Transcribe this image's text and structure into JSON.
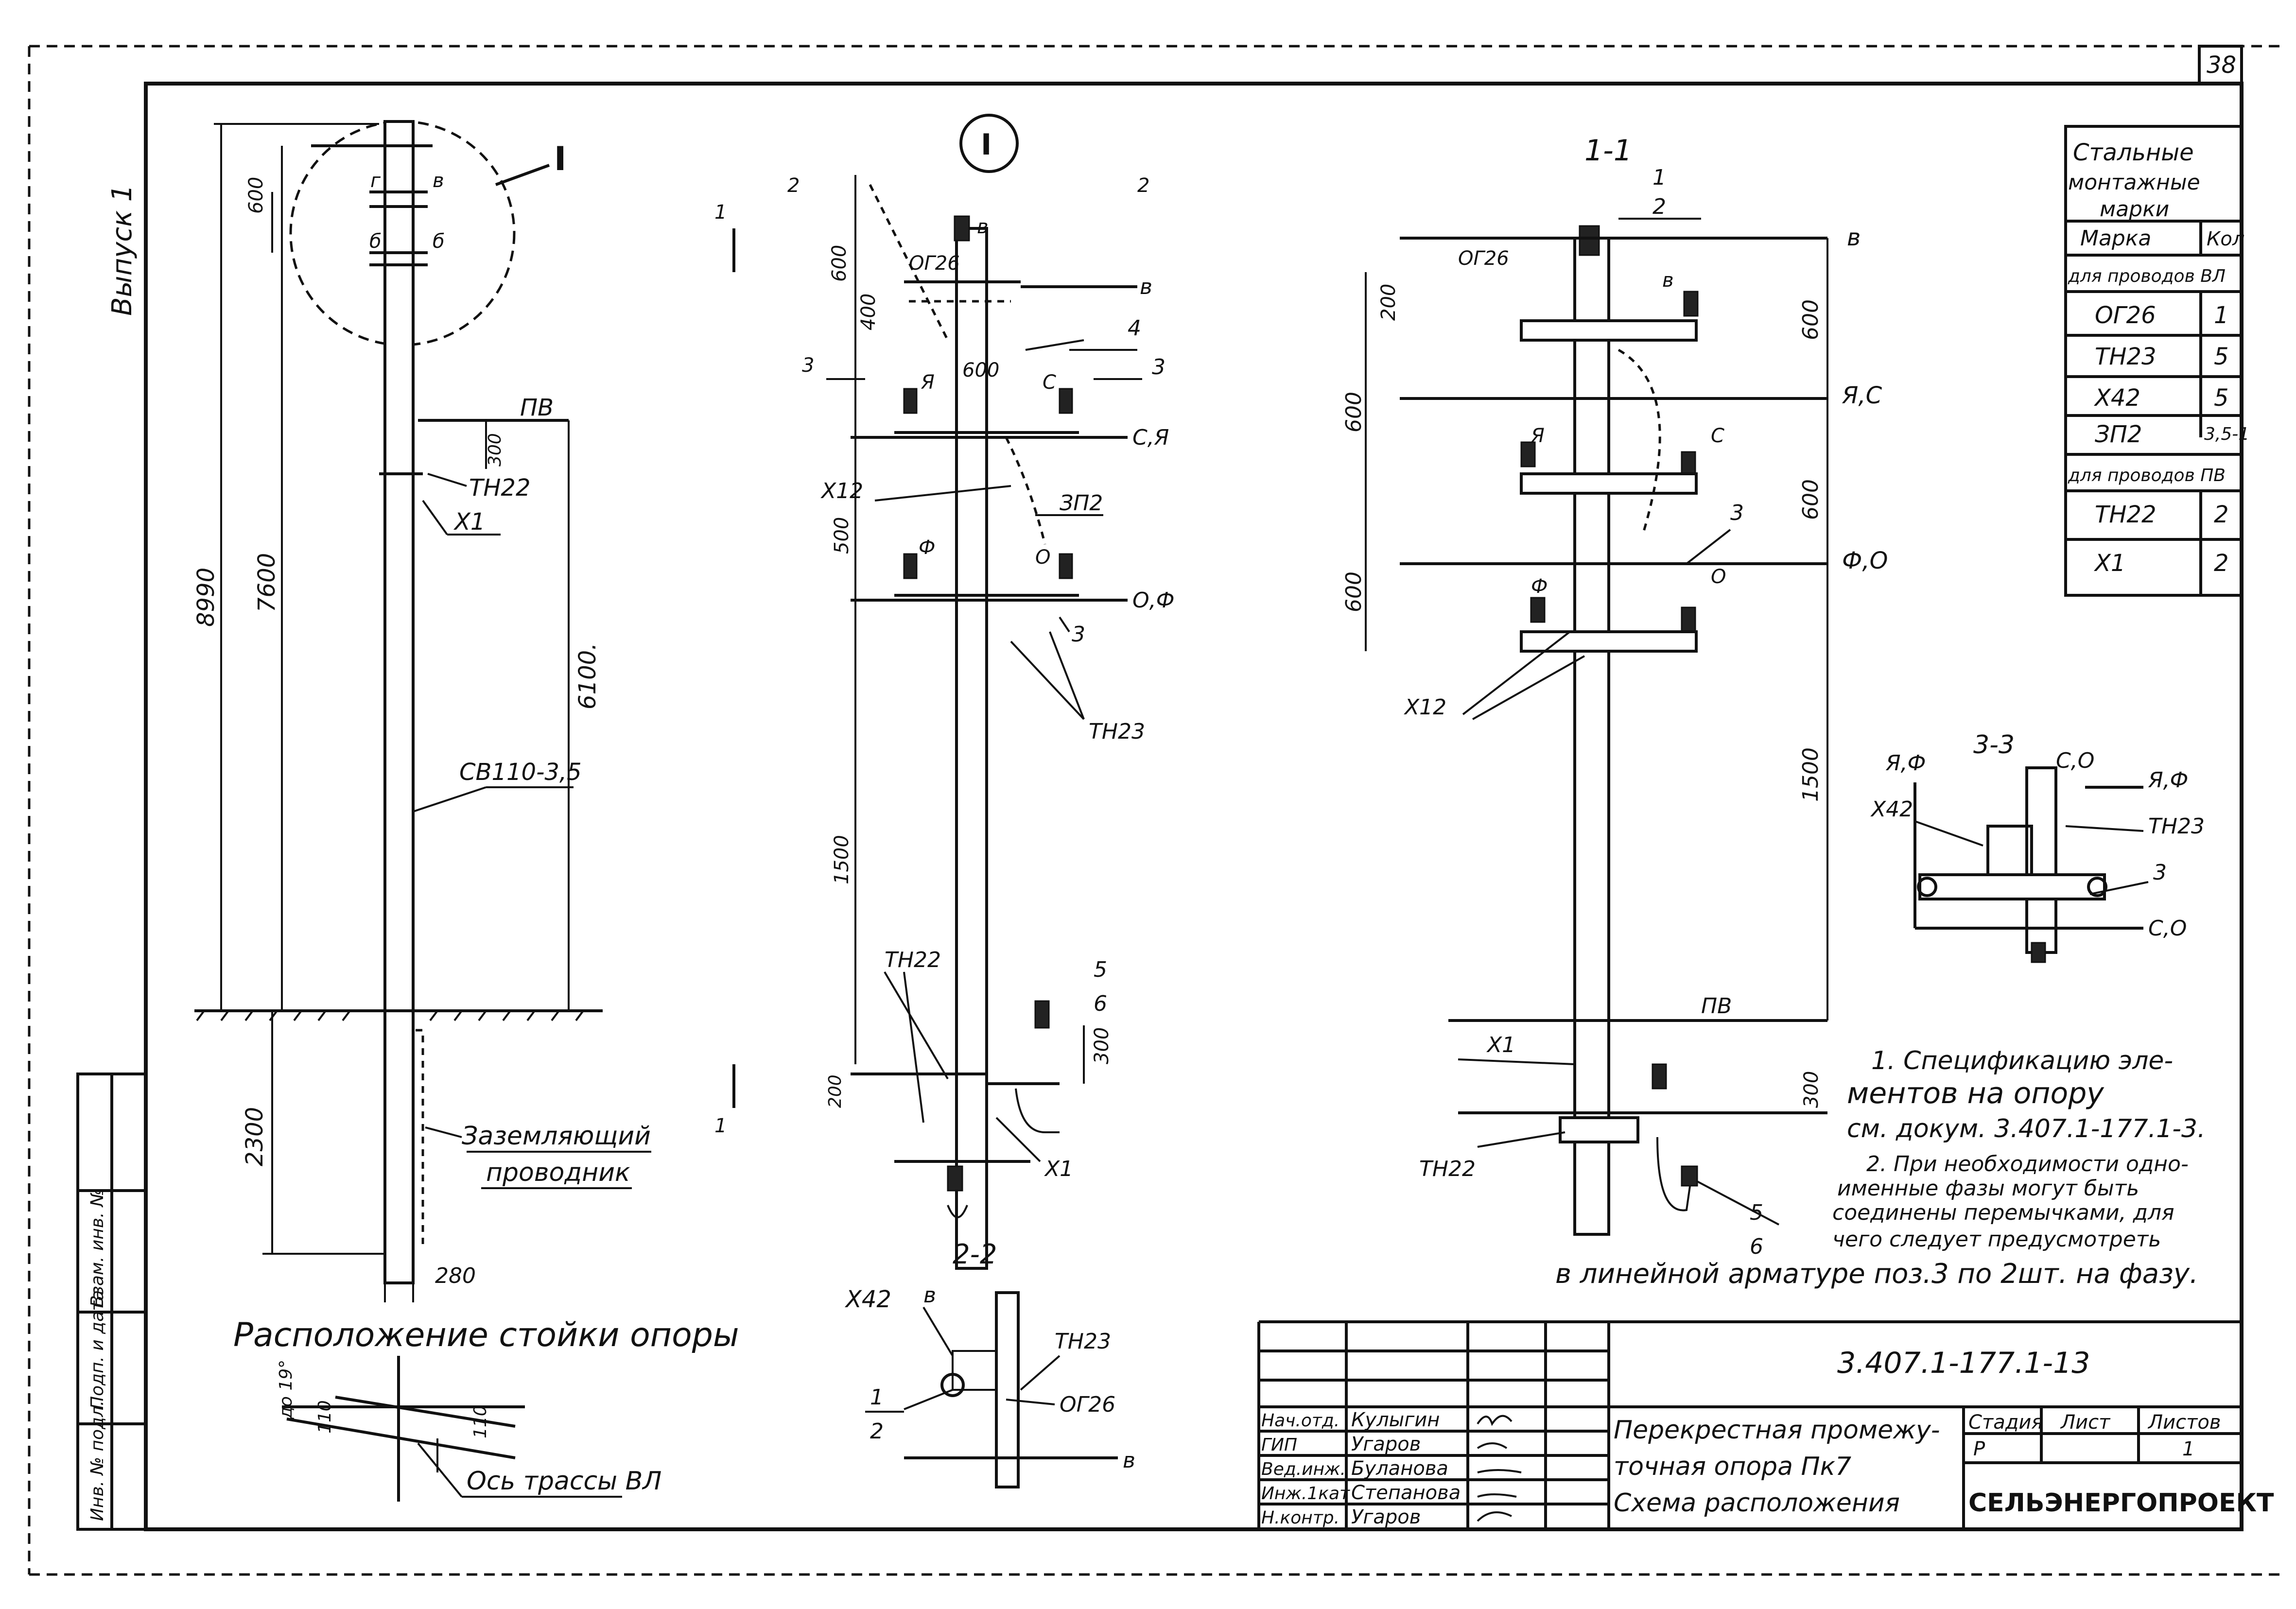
{
  "sheet": {
    "page_number": "38",
    "issue": "Выпуск 1"
  },
  "view_elevation": {
    "callout": "I",
    "dims": {
      "total": "8990",
      "height": "7600",
      "above_ground": "6100.",
      "wire_spacing": "600",
      "pv_offset": "300",
      "embed": "2300",
      "diameter": "280"
    },
    "phase_labels": {
      "left": "г",
      "right": "в",
      "left2": "б",
      "right2": "б"
    },
    "wire_label": "ПВ",
    "labels": {
      "pole": "СВ110-3,5",
      "clamp": "ТН22",
      "bracket": "Х1"
    },
    "ground_conductor": [
      "Заземляющий",
      "проводник"
    ]
  },
  "view_detail_I": {
    "callout": "I",
    "cut_marks": {
      "left": "1",
      "top_left": "2",
      "top_right": "2",
      "bottom": "1",
      "three_left": "3",
      "three_right": "3"
    },
    "dims": {
      "top": "600",
      "second": "400",
      "third": "600",
      "fourth": "500",
      "fifth": "1500",
      "clamp": "200",
      "pv": "300"
    },
    "labels": {
      "og": "ОГ26",
      "b": "в",
      "line_b": "в",
      "num4": "4",
      "a": "Я",
      "c": "С",
      "line_ca": "С,Я",
      "x12": "Х12",
      "zp": "ЗП2",
      "f": "Ф",
      "o": "О",
      "line_of": "О,Ф",
      "num3": "3",
      "tn23": "ТН23",
      "tn22": "ТН22",
      "x1": "Х1",
      "n5": "5",
      "n6": "6"
    }
  },
  "view_section_11": {
    "title": "1-1",
    "dims": {
      "top": "200",
      "upper": "600",
      "lower": "600",
      "right_upper": "600",
      "right_lower": "600",
      "tall": "1500",
      "bottom": "300"
    },
    "labels": {
      "og": "ОГ26",
      "n1": "1",
      "n2": "2",
      "b": "в",
      "line_b": "в",
      "a": "Я",
      "c": "С",
      "line_ac": "Я,С",
      "f": "Ф",
      "o": "О",
      "num3": "3",
      "line_fo": "Ф,О",
      "x12": "Х12",
      "pv": "ПВ",
      "x1": "Х1",
      "tn22": "ТН22",
      "n5": "5",
      "n6": "6"
    }
  },
  "view_section_22": {
    "title": "2-2",
    "labels": {
      "x42": "Х42",
      "b": "в",
      "tn23": "ТН23",
      "n1": "1",
      "n2": "2",
      "og": "ОГ26",
      "line_b": "в"
    }
  },
  "view_section_33": {
    "title": "3-3",
    "labels": {
      "af_left": "Я,Ф",
      "co_top": "С,О",
      "af_right": "Я,Ф",
      "x42": "Х42",
      "tn23": "ТН23",
      "num3": "3",
      "co_bottom": "С,О"
    }
  },
  "plan_view": {
    "title": "Расположение стойки опоры",
    "angle": "до 19°",
    "dims": {
      "left": "110",
      "right": "110"
    },
    "axis_label": "Ось трассы ВЛ"
  },
  "spec_table": {
    "title": [
      "Стальные",
      "монтажные",
      "марки"
    ],
    "headers": [
      "Марка",
      "Кол"
    ],
    "group1": "для проводов ВЛ",
    "rows1": [
      [
        "ОГ26",
        "1"
      ],
      [
        "ТН23",
        "5"
      ],
      [
        "Х42",
        "5"
      ],
      [
        "ЗП2",
        "3,5-1"
      ]
    ],
    "group2": "для проводов ПВ",
    "rows2": [
      [
        "ТН22",
        "2"
      ],
      [
        "Х1",
        "2"
      ]
    ]
  },
  "notes": [
    [
      "1. Спецификацию эле-",
      "ментов на опору",
      "см. докум. 3.407.1-177.1-3."
    ],
    [
      "2. При необходимости одно-",
      "именные фазы могут быть",
      "соединены перемычками, для",
      "чего следует предусмотреть",
      "в линейной арматуре поз.3 по 2шт. на фазу."
    ]
  ],
  "side_stamp": [
    "Инв. № подл.",
    "Подп. и дата",
    "Взам. инв. №"
  ],
  "title_block": {
    "doc_number": "3.407.1-177.1-13",
    "roles": [
      "Нач.отд.",
      "ГИП",
      "Вед.инж.",
      "Инж.1кат",
      "Н.контр."
    ],
    "names": [
      "Кулыгин",
      "Угаров",
      "Буланова",
      "Степанова",
      "Угаров"
    ],
    "title_lines": [
      "Перекрестная промежу-",
      "точная опора Пк7",
      "Схема расположения"
    ],
    "stage_header": "Стадия",
    "sheet_header": "Лист",
    "sheets_header": "Листов",
    "stage": "Р",
    "sheet_no": "",
    "sheets": "1",
    "org": "СЕЛЬЭНЕРГОПРОЕКТ"
  }
}
